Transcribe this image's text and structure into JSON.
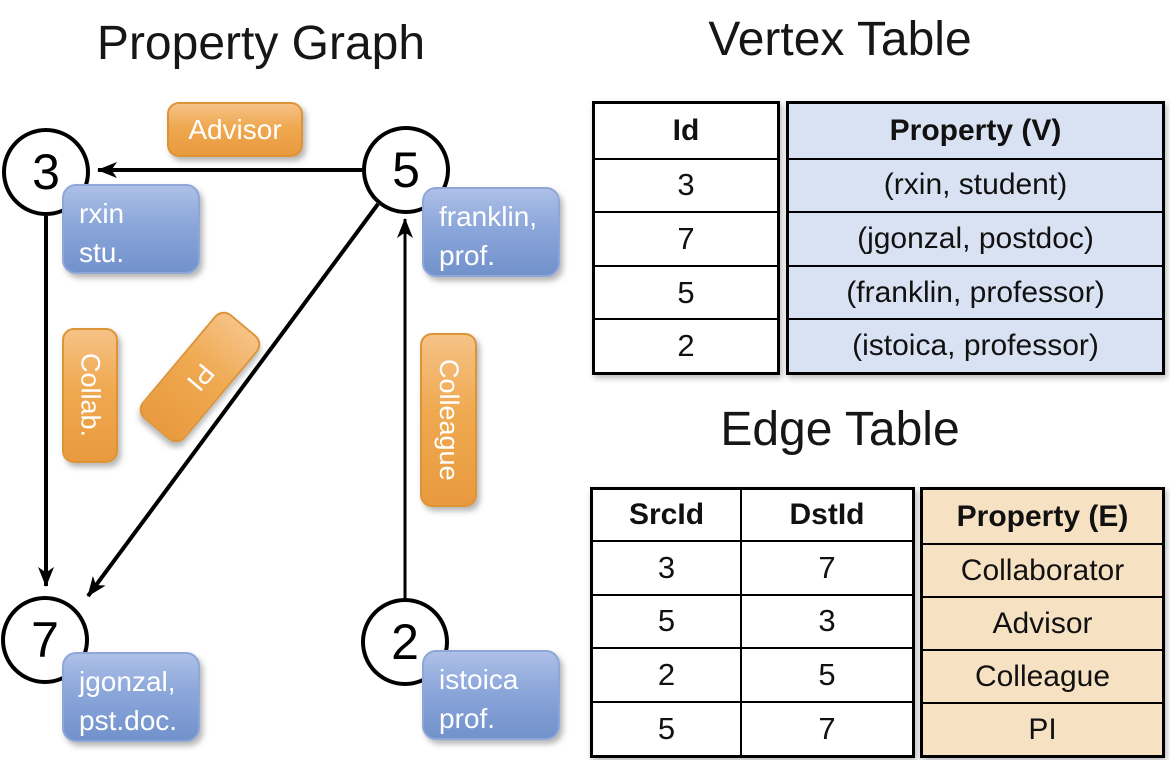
{
  "colors": {
    "edge_label_orange": "#EFA950",
    "vertex_property_blue": "#84A0D5",
    "vertex_table_row_bg": "#D9E2F2",
    "edge_table_row_bg": "#F7E1C3",
    "line_black": "#000000",
    "text_white": "#FFFFFF"
  },
  "graph": {
    "title": "Property Graph",
    "nodes": [
      {
        "id": "3",
        "property_lines": [
          "rxin",
          "stu."
        ]
      },
      {
        "id": "5",
        "property_lines": [
          "franklin,",
          "prof."
        ]
      },
      {
        "id": "7",
        "property_lines": [
          "jgonzal,",
          "pst.doc."
        ]
      },
      {
        "id": "2",
        "property_lines": [
          "istoica",
          "prof."
        ]
      }
    ],
    "edges": [
      {
        "src": "5",
        "dst": "3",
        "label": "Advisor"
      },
      {
        "src": "3",
        "dst": "7",
        "label": "Collab."
      },
      {
        "src": "5",
        "dst": "7",
        "label": "PI"
      },
      {
        "src": "2",
        "dst": "5",
        "label": "Colleague"
      }
    ]
  },
  "vertex_table": {
    "title": "Vertex Table",
    "columns": [
      "Id",
      "Property (V)"
    ],
    "rows": [
      [
        "3",
        "(rxin, student)"
      ],
      [
        "7",
        "(jgonzal, postdoc)"
      ],
      [
        "5",
        "(franklin, professor)"
      ],
      [
        "2",
        "(istoica, professor)"
      ]
    ]
  },
  "edge_table": {
    "title": "Edge Table",
    "columns": [
      "SrcId",
      "DstId",
      "Property (E)"
    ],
    "rows": [
      [
        "3",
        "7",
        "Collaborator"
      ],
      [
        "5",
        "3",
        "Advisor"
      ],
      [
        "2",
        "5",
        "Colleague"
      ],
      [
        "5",
        "7",
        "PI"
      ]
    ]
  }
}
